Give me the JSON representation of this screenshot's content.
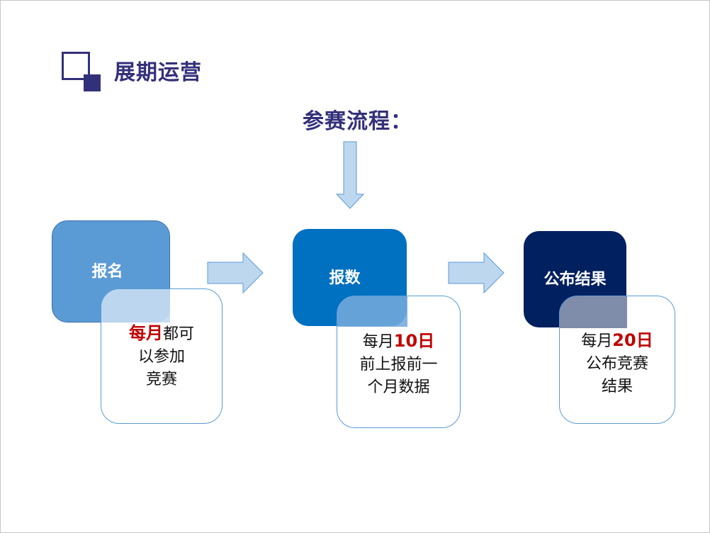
{
  "header": {
    "title": "展期运营",
    "logo_icon": "square-corner-icon"
  },
  "flow": {
    "subtitle": "参赛流程：",
    "down_arrow_icon": "arrow-down-icon",
    "right_arrow_icon": "arrow-right-icon",
    "steps": [
      {
        "label": "报名",
        "head_color": "#5b9bd5",
        "line1_highlight": "每月",
        "line1_rest": "都可",
        "line2": "以参加",
        "line3": "竞赛"
      },
      {
        "label": "报数",
        "head_color": "#0070c0",
        "line1_prefix": "每月",
        "line1_highlight": "10日",
        "line2": "前上报前一",
        "line3": "个月数据"
      },
      {
        "label": "公布结果",
        "head_color": "#002060",
        "line1_prefix": "每月",
        "line1_highlight": "20日",
        "line2": "公布竞赛",
        "line3": "结果"
      }
    ]
  },
  "colors": {
    "title": "#33307a",
    "highlight": "#c00000",
    "arrow_fill": "#bdd7ee",
    "arrow_stroke": "#5b9bd5"
  }
}
